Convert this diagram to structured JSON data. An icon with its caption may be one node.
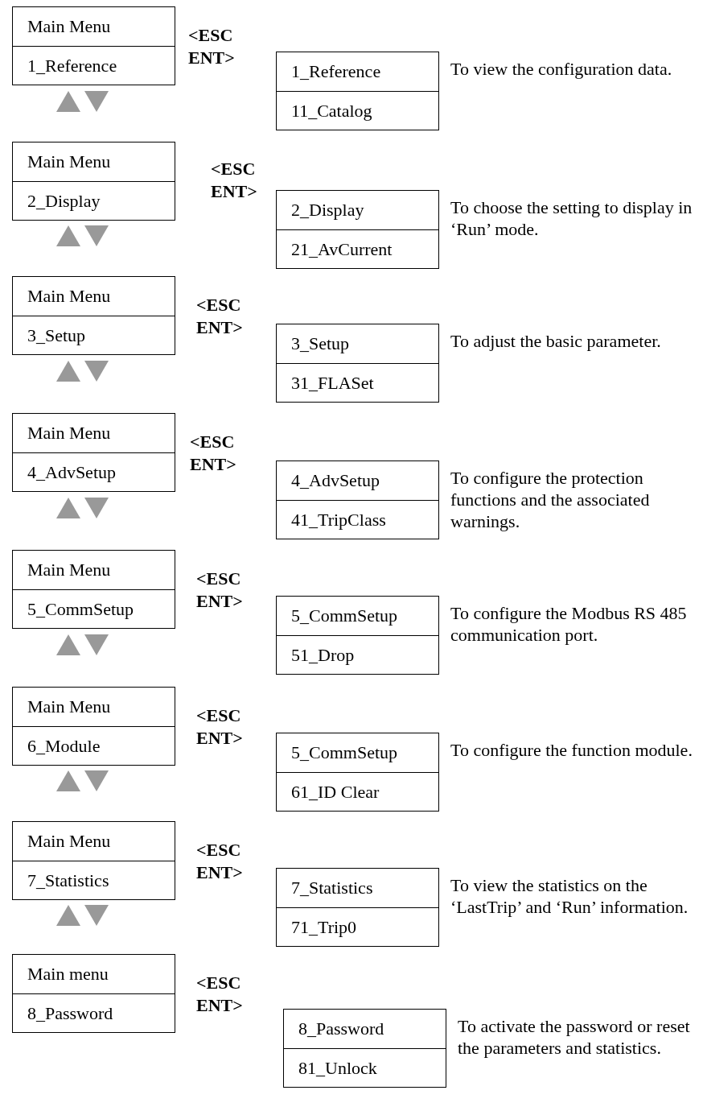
{
  "diagram": {
    "nodes": [
      {
        "text": [
          "Main Menu",
          "1_Reference"
        ]
      },
      {
        "text": [
          "1_Reference",
          "11_Catalog"
        ],
        "beside": [
          "To view the configuration data."
        ]
      },
      {
        "text": [
          "Main Menu",
          "2_Display"
        ]
      },
      {
        "text": [
          "2_Display",
          "21_AvCurrent"
        ],
        "beside": [
          "To choose the setting to display in ‘Run’ mode."
        ]
      },
      {
        "text": [
          "Main Menu",
          "3_Setup"
        ]
      },
      {
        "text": [
          "3_Setup",
          "31_FLASet"
        ],
        "beside": [
          "To adjust the basic parameter."
        ]
      },
      {
        "text": [
          "Main Menu",
          "4_AdvSetup"
        ]
      },
      {
        "text": [
          "4_AdvSetup",
          "41_TripClass"
        ],
        "beside": [
          "To configure the protection functions and the associated warnings."
        ]
      },
      {
        "text": [
          "Main Menu",
          "5_CommSetup"
        ]
      },
      {
        "text": [
          "5_CommSetup",
          "51_Drop"
        ],
        "beside": [
          "To configure the Modbus RS 485 communication port."
        ]
      },
      {
        "text": [
          "Main Menu",
          "6_Module"
        ]
      },
      {
        "text": [
          "5_CommSetup",
          "61_ID Clear"
        ],
        "beside": [
          "To configure the function module."
        ]
      },
      {
        "text": [
          "Main Menu",
          "7_Statistics"
        ]
      },
      {
        "text": [
          "7_Statistics",
          "71_Trip0"
        ],
        "beside": [
          "To view the statistics on the ‘LastTrip’ and ‘Run’ information."
        ]
      },
      {
        "text": [
          "Main menu",
          "8_Password"
        ]
      },
      {
        "text": [
          "8_Password",
          "81_Unlock"
        ],
        "beside": [
          "To activate the password or reset the parameters and statistics."
        ]
      }
    ],
    "edges": [
      {
        "from": 2,
        "to": 0,
        "arrow": "to"
      },
      {
        "from": 0,
        "to": 2,
        "arrow": "to"
      },
      {
        "from": 4,
        "to": 2,
        "arrow": "to"
      },
      {
        "from": 2,
        "to": 4,
        "arrow": "to"
      },
      {
        "from": 6,
        "to": 4,
        "arrow": "to"
      },
      {
        "from": 4,
        "to": 6,
        "arrow": "to"
      },
      {
        "from": 8,
        "to": 6,
        "arrow": "to"
      },
      {
        "from": 6,
        "to": 8,
        "arrow": "to"
      },
      {
        "from": 10,
        "to": 8,
        "arrow": "to"
      },
      {
        "from": 8,
        "to": 10,
        "arrow": "to"
      },
      {
        "from": 12,
        "to": 10,
        "arrow": "to"
      },
      {
        "from": 10,
        "to": 12,
        "arrow": "to"
      },
      {
        "from": 14,
        "to": 12,
        "arrow": "to"
      },
      {
        "from": 12,
        "to": 14,
        "arrow": "to"
      }
    ],
    "labels": [
      "<ESC ENT>",
      "<ESC ENT>",
      "<ESC ENT>",
      "<ESC ENT>",
      "<ESC ENT>",
      "<ESC ENT>",
      "<ESC ENT>",
      "<ESC ENT>"
    ]
  }
}
